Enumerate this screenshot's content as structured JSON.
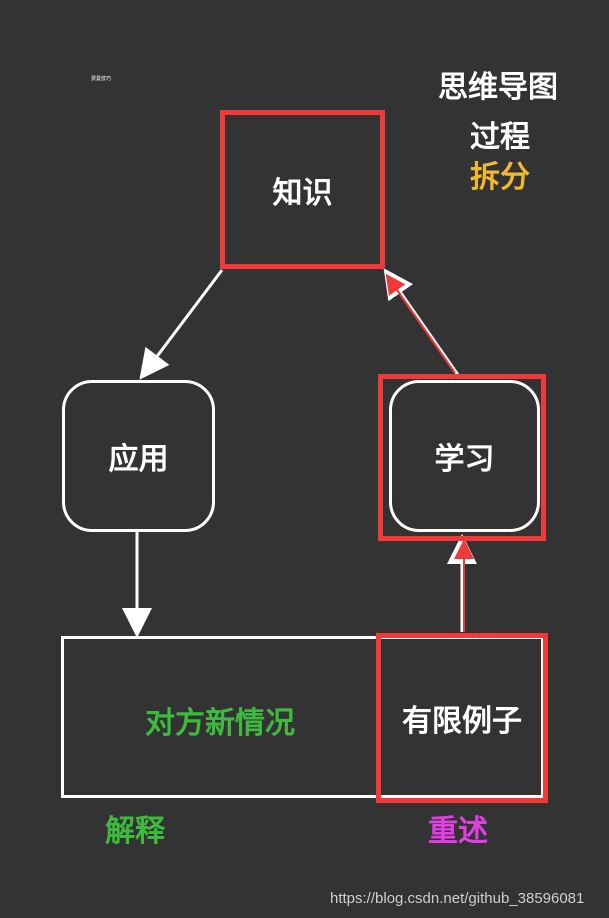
{
  "tiny_label": "费曼技巧",
  "titles": {
    "line1": "思维导图",
    "line2": "过程",
    "line3": "拆分"
  },
  "nodes": {
    "knowledge": "知识",
    "application": "应用",
    "learning": "学习",
    "new_situation": "对方新情况",
    "limited_examples": "有限例子"
  },
  "labels": {
    "explain": "解释",
    "restate": "重述"
  },
  "watermark": "https://blog.csdn.net/github_38596081",
  "colors": {
    "background": "#333333",
    "highlight_red": "#f03a3a",
    "white": "#ffffff",
    "green": "#3dbb3d",
    "yellow": "#f2b92e",
    "magenta": "#e040e0"
  }
}
